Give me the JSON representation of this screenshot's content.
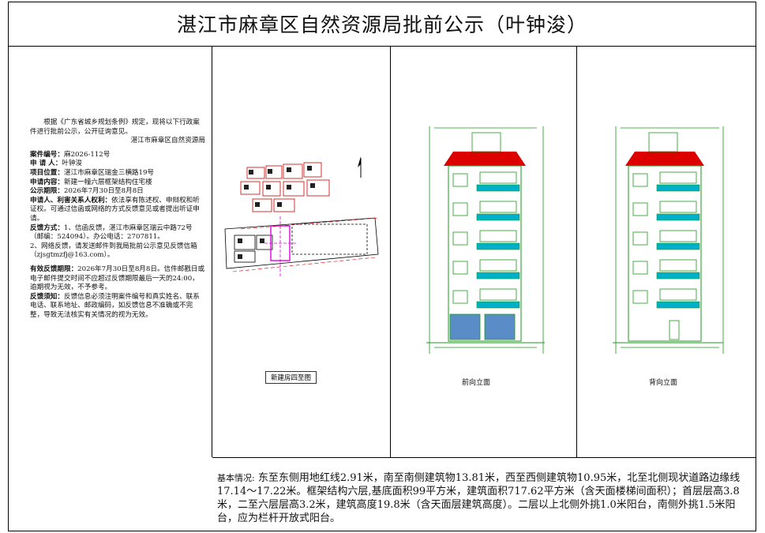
{
  "title": "湛江市麻章区自然资源局批前公示（叶钟浚）",
  "notice": {
    "intro": "根据《广东省城乡规划条例》规定，现将以下行政案件进行批前公示，公开征询意见。",
    "issuer": "湛江市麻章区自然资源局",
    "case_no_label": "案件编号：",
    "case_no": "麻2026-112号",
    "applicant_label": "申  请  人：",
    "applicant": "叶钟浚",
    "location_label": "项目位置：",
    "location": "湛江市麻章区瑞金三横路19号",
    "content_label": "申请内容：",
    "content": "新建一幢六层框架结构住宅楼",
    "period_label": "公示期限：",
    "period": "2026年7月30日至8月8日",
    "rights_label": "申请人、利害关系人权利：",
    "rights": "依法享有陈述权、申辩权和听证权。可通过信函或网络的方式反馈意见或者提出听证申请。",
    "feedback_label": "反馈方式：",
    "feedback_1": "1、信函反馈，湛江市麻章区瑞云中路72号（邮编：524094）。办公电话：2707811。",
    "feedback_2": "2、网络反馈，请发送邮件到我局批前公示意见反馈信箱（zjsgtmzfj@163.com）。",
    "valid_label": "有效反馈期限：",
    "valid": "2026年7月30日至8月8日。信件邮戳日或电子邮件提交时间不应超过反馈期限最后一天的24:00，逾期视为无效，不予参考。",
    "must_label": "反馈须知：",
    "must": "反馈信息必须注明案件编号和真实姓名、联系电话、联系地址、邮政编码，如反馈信息不准确或不完整，导致无法核实有关情况的视为无效。"
  },
  "captions": {
    "site_plan": "新建房四至图",
    "front": "前向立面",
    "back": "背向立面"
  },
  "basic": {
    "label": "基本情况:",
    "text": "东至东侧用地红线2.91米，南至南侧建筑物13.81米，西至西侧建筑物10.95米，北至北侧现状道路边缘线17.14～17.22米。框架结构六层,基底面积99平方米，建筑面积717.62平方米（含天面楼梯间面积）；首层层高3.8米，二至六层层高3.2米，建筑高度19.8米（含天面层建筑高度）。二层以上北侧外挑1.0米阳台，南侧外挑1.5米阳台，应为栏杆开放式阳台。"
  },
  "colors": {
    "green": "#1a9a1a",
    "red": "#d00000",
    "magenta": "#e000e0",
    "cyan": "#00b0c8",
    "blue": "#2050b0"
  }
}
